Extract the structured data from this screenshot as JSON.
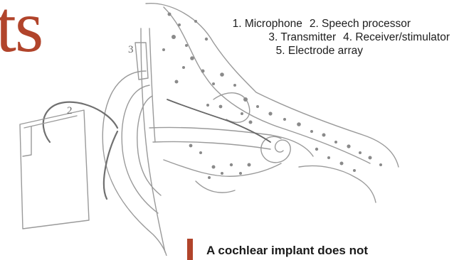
{
  "title_fragment": "ts",
  "legend": {
    "item1": "1. Microphone",
    "item2": "2. Speech processor",
    "item3": "3. Transmitter",
    "item4": "4. Receiver/stimulator",
    "item5": "5. Electrode array"
  },
  "diagram_labels": {
    "processor_number": "2",
    "transmitter_number": "3"
  },
  "callout_text": "A cochlear implant does not",
  "colors": {
    "accent": "#b1442b",
    "line_art": "#9a9a9a",
    "text": "#1d1d1d"
  }
}
